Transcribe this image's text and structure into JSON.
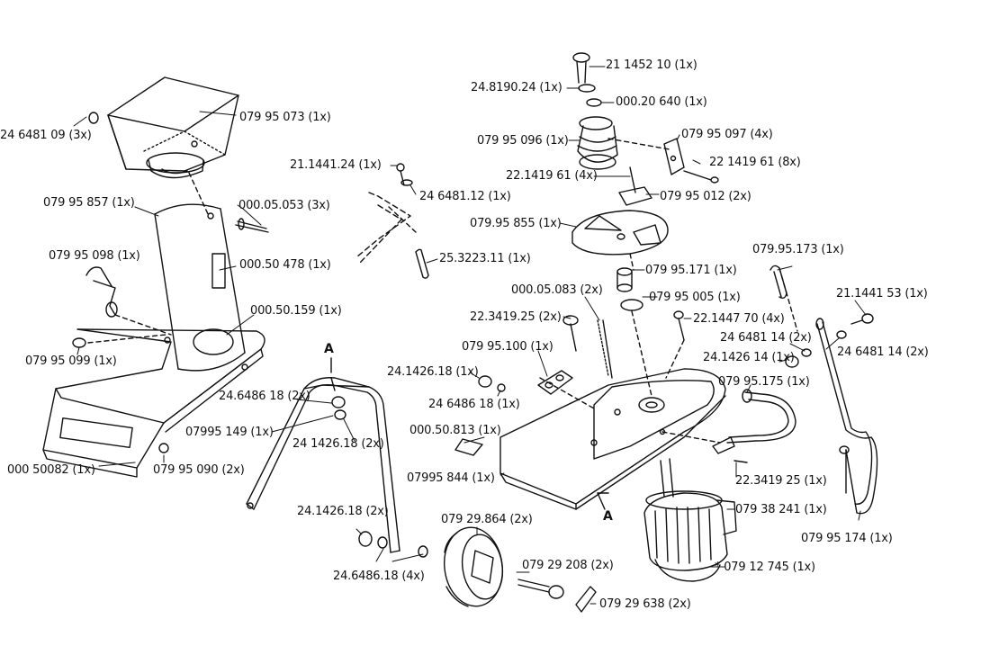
{
  "parts": [
    {
      "id": "p01",
      "text": "21 1452 10 (1x)"
    },
    {
      "id": "p02",
      "text": "24.8190.24 (1x)"
    },
    {
      "id": "p03",
      "text": "000.20 640 (1x)"
    },
    {
      "id": "p04",
      "text": "079 95 096 (1x)"
    },
    {
      "id": "p05",
      "text": "079 95 097 (4x)"
    },
    {
      "id": "p06",
      "text": "22 1419 61 (8x)"
    },
    {
      "id": "p07",
      "text": "22.1419 61 (4x)"
    },
    {
      "id": "p08",
      "text": "079 95 012 (2x)"
    },
    {
      "id": "p09",
      "text": "079.95 855 (1x)"
    },
    {
      "id": "p10",
      "text": "079 95.171 (1x)"
    },
    {
      "id": "p11",
      "text": "000.05.083 (2x)"
    },
    {
      "id": "p12",
      "text": "079 95 005 (1x)"
    },
    {
      "id": "p13",
      "text": "22.3419.25 (2x)"
    },
    {
      "id": "p14",
      "text": "22.1447 70 (4x)"
    },
    {
      "id": "p15",
      "text": "079.95.173 (1x)"
    },
    {
      "id": "p16",
      "text": "21.1441 53 (1x)"
    },
    {
      "id": "p17",
      "text": "24 6481 14 (2x)"
    },
    {
      "id": "p18",
      "text": "24 6481 14 (2x)"
    },
    {
      "id": "p19",
      "text": "24.1426 14 (1x)"
    },
    {
      "id": "p20",
      "text": "079 95.175 (1x)"
    },
    {
      "id": "p21",
      "text": "079 95.100 (1x)"
    },
    {
      "id": "p22",
      "text": "24.1426.18 (1x)"
    },
    {
      "id": "p23",
      "text": "24 6486 18 (1x)"
    },
    {
      "id": "p24",
      "text": "000.50.813 (1x)"
    },
    {
      "id": "p25",
      "text": "07995 844 (1x)"
    },
    {
      "id": "p26",
      "text": "22.3419 25 (1x)"
    },
    {
      "id": "p27",
      "text": "079 38 241 (1x)"
    },
    {
      "id": "p28",
      "text": "079 95 174 (1x)"
    },
    {
      "id": "p29",
      "text": "* 079 12 745 (1x)"
    },
    {
      "id": "p30",
      "text": "079 29 208 (2x)"
    },
    {
      "id": "p31",
      "text": "079 29 638 (2x)"
    },
    {
      "id": "p32",
      "text": "079 29.864 (2x)"
    },
    {
      "id": "p33",
      "text": "24.1426.18 (2x)"
    },
    {
      "id": "p34",
      "text": "24.6486.18 (4x)"
    },
    {
      "id": "p35",
      "text": "24.6486 18 (2x)"
    },
    {
      "id": "p36",
      "text": "07995 149 (1x)"
    },
    {
      "id": "p37",
      "text": "24 1426.18 (2x)"
    },
    {
      "id": "p38",
      "text": "24 6481 09 (3x)"
    },
    {
      "id": "p39",
      "text": "079 95 073 (1x)"
    },
    {
      "id": "p40",
      "text": "079 95 857 (1x)"
    },
    {
      "id": "p41",
      "text": "000.05.053 (3x)"
    },
    {
      "id": "p42",
      "text": "079 95 098 (1x)"
    },
    {
      "id": "p43",
      "text": "000.50 478 (1x)"
    },
    {
      "id": "p44",
      "text": "000.50.159 (1x)"
    },
    {
      "id": "p45",
      "text": "079 95 099 (1x)"
    },
    {
      "id": "p46",
      "text": "000 50082 (1x)"
    },
    {
      "id": "p47",
      "text": "079 95 090 (2x)"
    },
    {
      "id": "p48",
      "text": "21.1441.24 (1x)"
    },
    {
      "id": "p49",
      "text": "24 6481.12 (1x)"
    },
    {
      "id": "p50",
      "text": "25.3223.11 (1x)"
    }
  ],
  "section_marks": {
    "top": "A",
    "bottom": "A"
  }
}
